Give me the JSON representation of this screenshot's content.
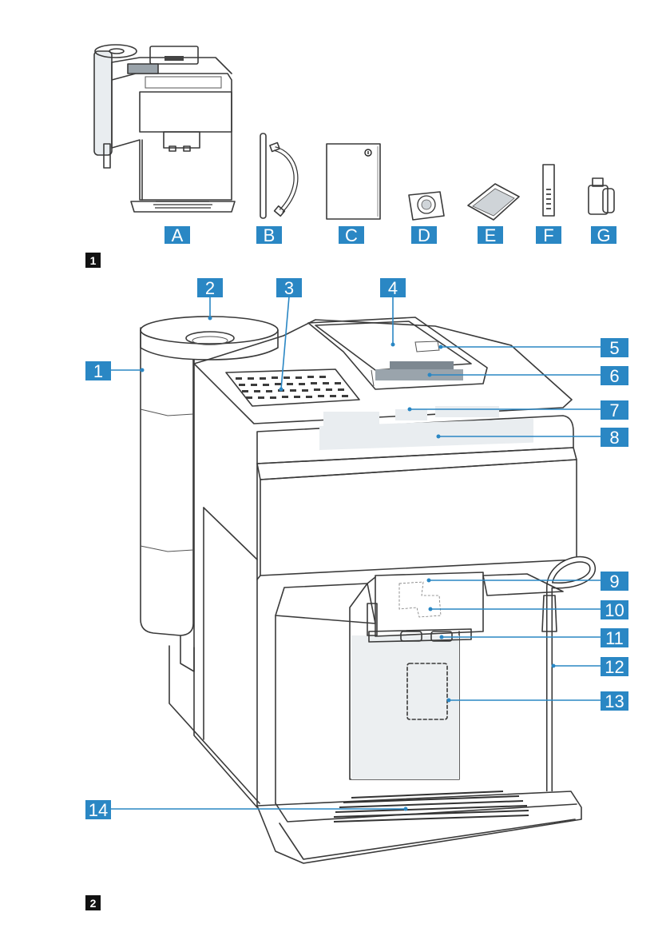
{
  "figure1": {
    "number": "1",
    "items": [
      {
        "letter": "A",
        "icon": "coffee-machine-icon"
      },
      {
        "letter": "B",
        "icon": "milk-hose-icon"
      },
      {
        "letter": "C",
        "icon": "manual-icon"
      },
      {
        "letter": "D",
        "icon": "descaling-tablet-icon"
      },
      {
        "letter": "E",
        "icon": "cleaning-tablets-pack-icon"
      },
      {
        "letter": "F",
        "icon": "test-strip-icon"
      },
      {
        "letter": "G",
        "icon": "water-filter-icon"
      }
    ]
  },
  "figure2": {
    "number": "2",
    "callouts": [
      "1",
      "2",
      "3",
      "4",
      "5",
      "6",
      "7",
      "8",
      "9",
      "10",
      "11",
      "12",
      "13",
      "14"
    ]
  },
  "colors": {
    "label_bg": "#2a87c4",
    "label_text": "#ffffff",
    "figure_number_bg": "#111111"
  }
}
